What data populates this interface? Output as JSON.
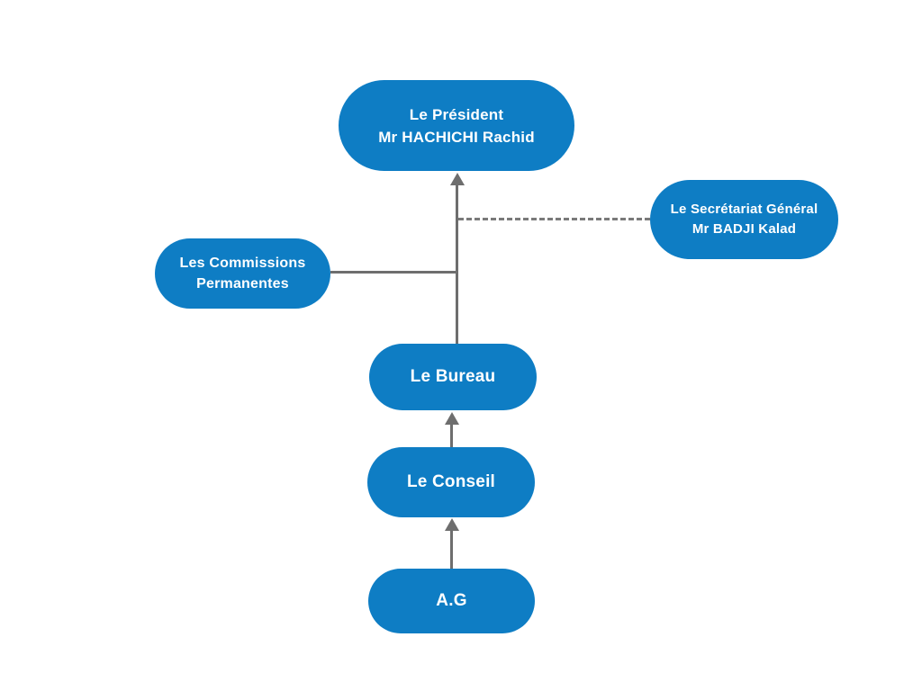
{
  "colors": {
    "node_fill": "#0e7dc4",
    "node_text": "#ffffff",
    "connector": "#6e6e6e",
    "connector_dash": "#7a7a7a",
    "background": "#ffffff"
  },
  "nodes": {
    "president": {
      "line1": "Le Président",
      "line2": "Mr HACHICHI Rachid"
    },
    "secretariat": {
      "line1": "Le Secrétariat Général",
      "line2": "Mr BADJI Kalad"
    },
    "commissions": {
      "line1": "Les Commissions",
      "line2": "Permanentes"
    },
    "bureau": {
      "label": "Le Bureau"
    },
    "conseil": {
      "label": "Le Conseil"
    },
    "ag": {
      "label": "A.G"
    }
  },
  "edges": [
    {
      "from": "bureau",
      "to": "president",
      "style": "solid",
      "arrow": true
    },
    {
      "from": "secretariat",
      "to": "trunk",
      "style": "dashed",
      "arrow": false
    },
    {
      "from": "commissions",
      "to": "trunk",
      "style": "solid",
      "arrow": false
    },
    {
      "from": "conseil",
      "to": "bureau",
      "style": "solid",
      "arrow": true
    },
    {
      "from": "ag",
      "to": "conseil",
      "style": "solid",
      "arrow": true
    }
  ]
}
